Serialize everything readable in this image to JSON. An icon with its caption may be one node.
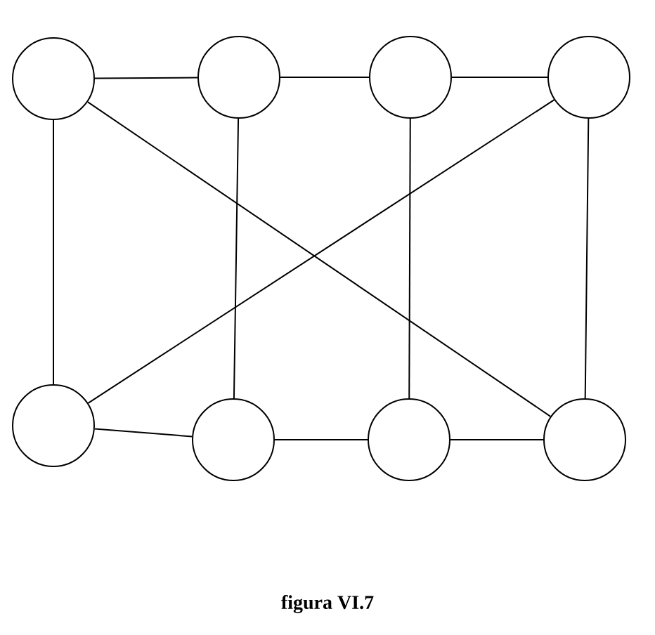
{
  "diagram": {
    "caption": "figura VI.7",
    "nodes": [
      {
        "text": [],
        "shape": "circle"
      },
      {
        "text": [],
        "shape": "circle"
      },
      {
        "text": [],
        "shape": "circle"
      },
      {
        "text": [],
        "shape": "circle"
      },
      {
        "text": [],
        "shape": "circle"
      },
      {
        "text": [],
        "shape": "circle"
      },
      {
        "text": [],
        "shape": "circle"
      },
      {
        "text": [],
        "shape": "circle"
      }
    ],
    "edges": [
      {
        "from": 0,
        "to": 1,
        "arrow": "none"
      },
      {
        "from": 1,
        "to": 2,
        "arrow": "none"
      },
      {
        "from": 2,
        "to": 3,
        "arrow": "none"
      },
      {
        "from": 0,
        "to": 4,
        "arrow": "none"
      },
      {
        "from": 1,
        "to": 5,
        "arrow": "none"
      },
      {
        "from": 2,
        "to": 6,
        "arrow": "none"
      },
      {
        "from": 3,
        "to": 7,
        "arrow": "none"
      },
      {
        "from": 0,
        "to": 7,
        "arrow": "none"
      },
      {
        "from": 3,
        "to": 4,
        "arrow": "none"
      },
      {
        "from": 4,
        "to": 5,
        "arrow": "none"
      },
      {
        "from": 5,
        "to": 6,
        "arrow": "none"
      },
      {
        "from": 6,
        "to": 7,
        "arrow": "none"
      }
    ]
  }
}
